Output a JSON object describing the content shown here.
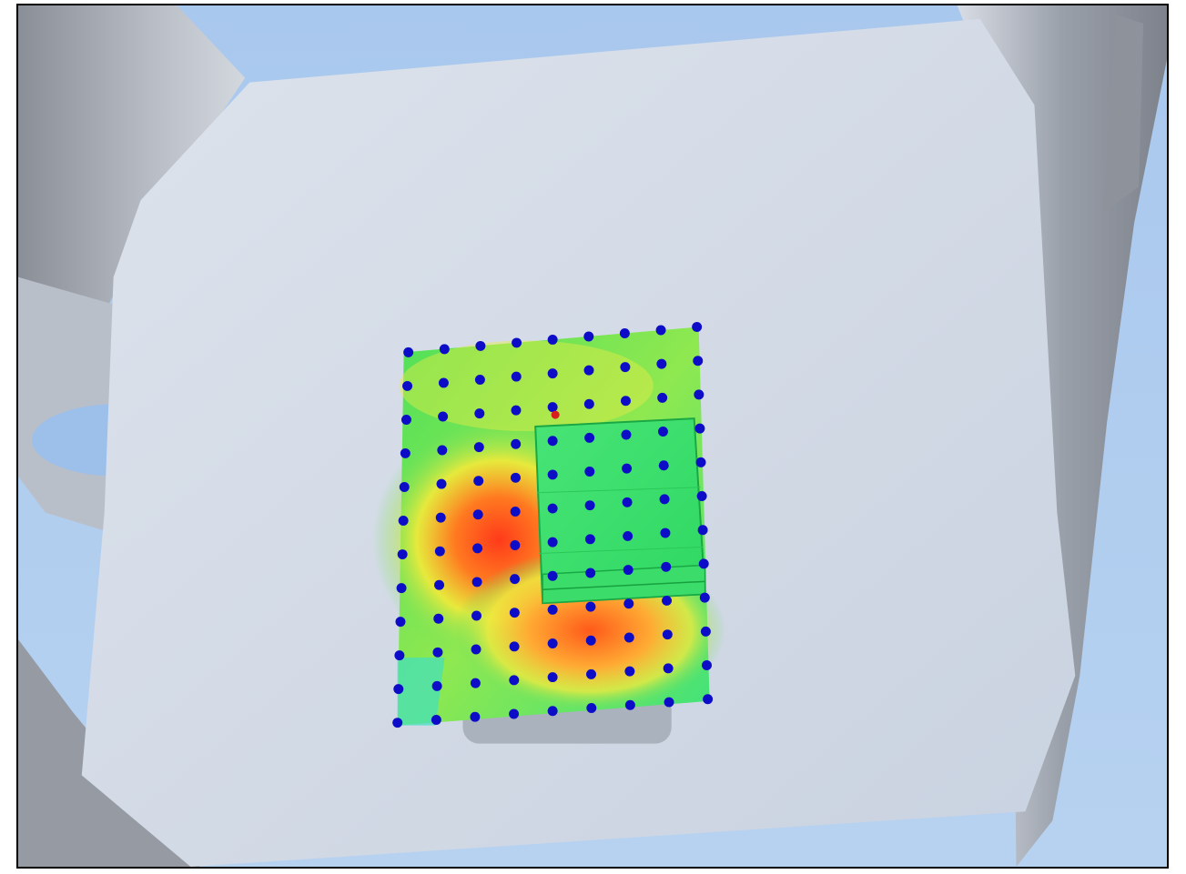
{
  "viewport": {
    "name": "3d-simulation-viewport",
    "background_color": "#a9c8ee",
    "part_color": "#ccd5e3",
    "side_color": "#a6abb4"
  },
  "contour_plot": {
    "name": "heat-contour-overlay",
    "low_color": "#33dd55",
    "mid_color": "#eeee44",
    "high_color": "#ff3a1a",
    "edge_color": "#40e0c0"
  },
  "probe_grid": {
    "name": "probe-point-grid",
    "point_color": "#0d0dc8",
    "marker_color": "#d81e1e"
  },
  "inserted_block": {
    "name": "component-block",
    "color": "#3ae36a"
  }
}
